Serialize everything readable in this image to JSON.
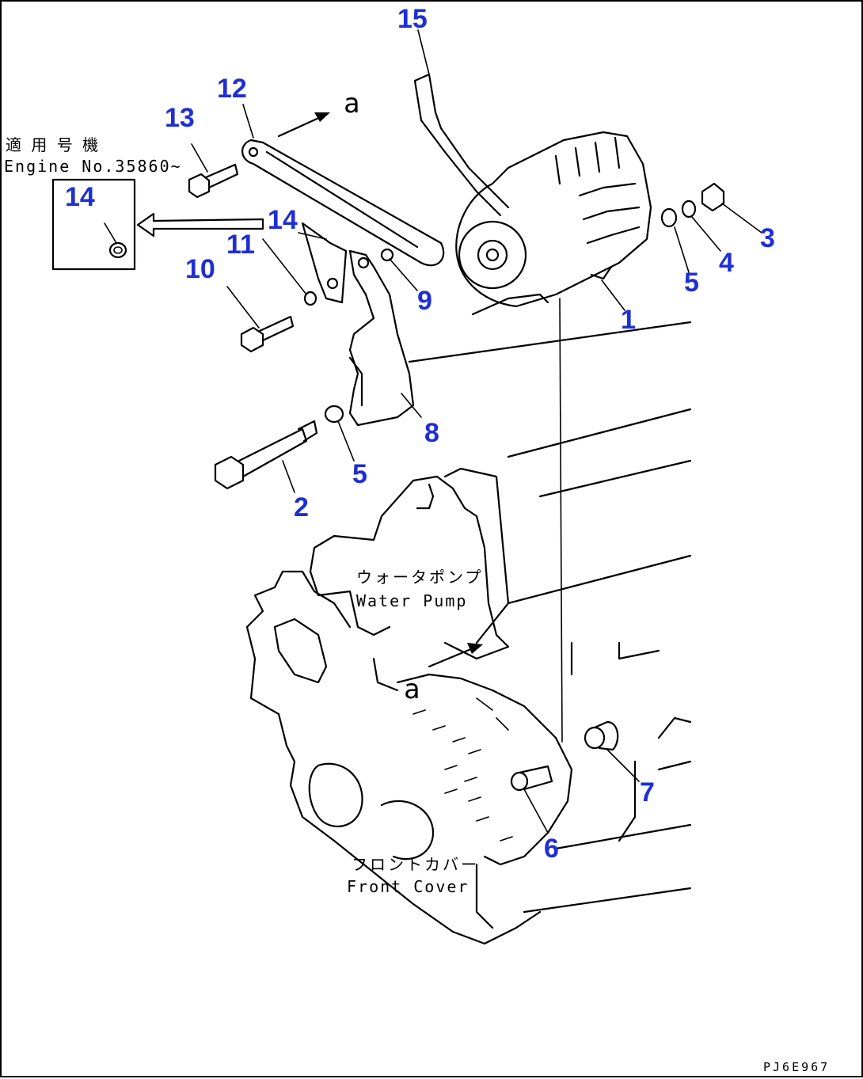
{
  "labels": {
    "applicable_jp": "適 用 号 機",
    "engine_no": "Engine No.35860~",
    "water_pump_jp": "ウォータポンプ",
    "water_pump_en": "Water Pump",
    "front_cover_jp": "フロントカバー",
    "front_cover_en": "Front Cover",
    "view_a_top": "a",
    "view_a_bottom": "a",
    "drawing_code": "PJ6E967"
  },
  "callouts": [
    "1",
    "2",
    "3",
    "4",
    "5",
    "5",
    "6",
    "7",
    "8",
    "9",
    "10",
    "11",
    "12",
    "13",
    "14",
    "14",
    "15"
  ],
  "colors": {
    "callout": "#1e2fd6",
    "line": "#000000"
  }
}
